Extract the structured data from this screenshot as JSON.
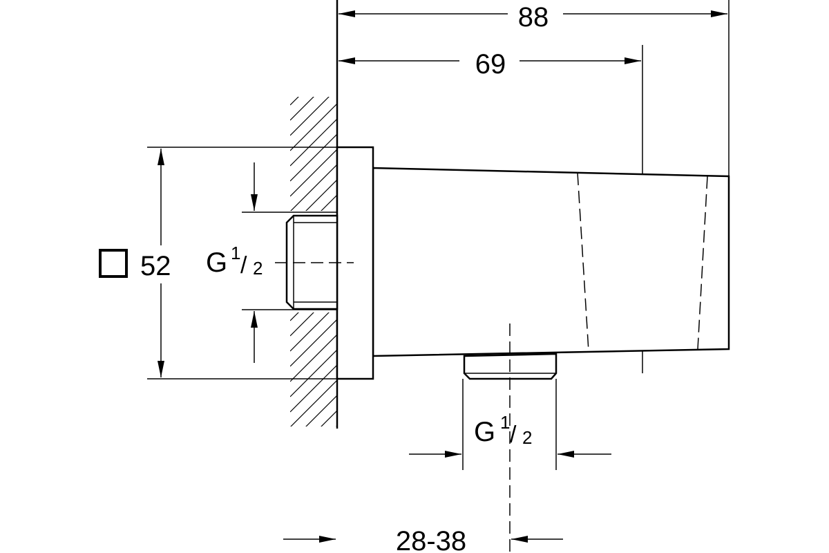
{
  "dimensions": {
    "overall_length": "88",
    "body_length": "69",
    "flange_square_symbol": "square",
    "flange_size": "52",
    "inlet_thread_main": "G",
    "inlet_thread_num": "1",
    "inlet_thread_den": "2",
    "outlet_thread_main": "G",
    "outlet_thread_num": "1",
    "outlet_thread_den": "2",
    "offset_range": "28-38"
  }
}
